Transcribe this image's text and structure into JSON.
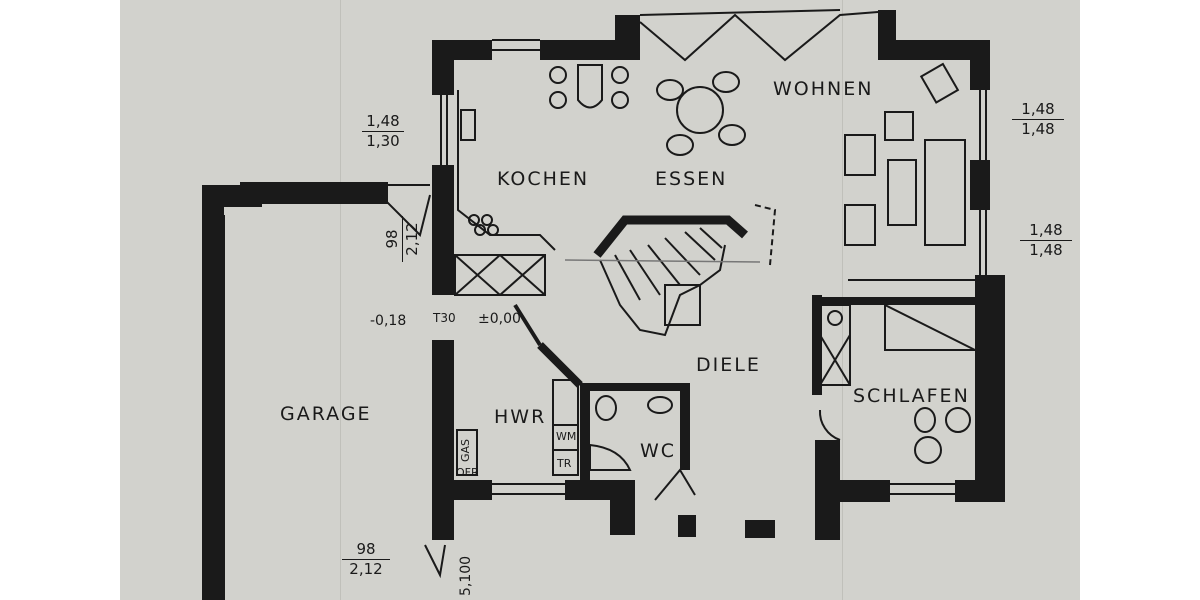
{
  "rooms": {
    "kochen": "KOCHEN",
    "essen": "ESSEN",
    "wohnen": "WOHNEN",
    "diele": "DIELE",
    "schlafen": "SCHLAFEN",
    "garage": "GARAGE",
    "hwr": "HWR",
    "wc": "WC"
  },
  "appliances": {
    "wm": "WM",
    "tr": "TR",
    "gas": "GAS",
    "ofr": "OFR"
  },
  "dimensions": {
    "kitchen_window": {
      "top": "1,48",
      "bottom": "1,30"
    },
    "garage_door_left": {
      "top": "98",
      "bottom": "2,12"
    },
    "living_window_top": {
      "top": "1,48",
      "bottom": "1,48"
    },
    "living_window_mid": {
      "top": "1,48",
      "bottom": "1,48"
    },
    "garage_bottom": {
      "top": "98",
      "bottom": "2,12"
    },
    "entrance_width": "5,100"
  },
  "levels": {
    "garage_level": "-0,18",
    "threshold": "T30",
    "floor_level": "±0,00"
  },
  "colors": {
    "paper": "#d2d2cd",
    "ink": "#1a1a1a",
    "background": "#ffffff"
  }
}
